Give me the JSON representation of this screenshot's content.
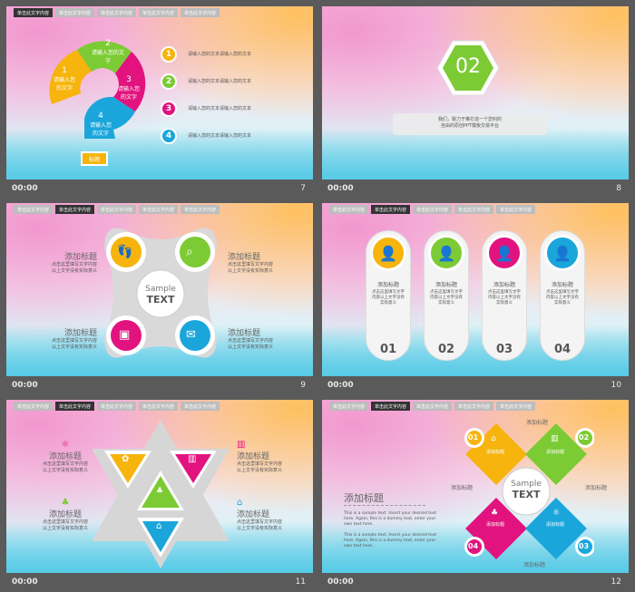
{
  "tabs": [
    "单击此文字内容",
    "单击此文字内容",
    "单击此文字内容",
    "单击此文字内容",
    "单击此文字内容"
  ],
  "footer_time": "00:00",
  "slides": {
    "s7": {
      "page": "7",
      "seg_labels": [
        "请输入您的文字",
        "请输入您的文字",
        "请输入您的文字",
        "请输入您的文字"
      ],
      "seg_nums": [
        "1",
        "2",
        "3",
        "4"
      ],
      "tag": "标题",
      "items": [
        {
          "num": "1",
          "text": "请输入您的文本请输入您的文本"
        },
        {
          "num": "2",
          "text": "请输入您的文本请输入您的文本"
        },
        {
          "num": "3",
          "text": "请输入您的文本请输入您的文本"
        },
        {
          "num": "4",
          "text": "请输入您的文本请输入您的文本"
        }
      ]
    },
    "s8": {
      "page": "8",
      "big": "02",
      "line1": "我们，致力于推打造一个您利的",
      "line2": "自由的原创PPT模板交易平台"
    },
    "s9": {
      "page": "9",
      "center1": "Sample",
      "center2": "TEXT",
      "blocks": [
        {
          "title": "添加标题",
          "line1": "点击这里填写文字内容",
          "line2": "以上文字没有实际意义"
        },
        {
          "title": "添加标题",
          "line1": "点击这里填写文字内容",
          "line2": "以上文字没有实际意义"
        },
        {
          "title": "添加标题",
          "line1": "点击这里填写文字内容",
          "line2": "以上文字没有实际意义"
        },
        {
          "title": "添加标题",
          "line1": "点击这里填写文字内容",
          "line2": "以上文字没有实际意义"
        }
      ]
    },
    "s10": {
      "page": "10",
      "cards": [
        {
          "title": "添加标题",
          "text": "点击这里填写文字内容以上文字没有实际意义",
          "num": "01"
        },
        {
          "title": "添加标题",
          "text": "点击这里填写文字内容以上文字没有实际意义",
          "num": "02"
        },
        {
          "title": "添加标题",
          "text": "点击这里填写文字内容以上文字没有实际意义",
          "num": "03"
        },
        {
          "title": "添加标题",
          "text": "点击这里填写文字内容以上文字没有实际意义",
          "num": "04"
        }
      ]
    },
    "s11": {
      "page": "11",
      "blocks": [
        {
          "title": "添加标题",
          "line1": "点击这里填写文字内容",
          "line2": "以上文字没有实际意义"
        },
        {
          "title": "添加标题",
          "line1": "点击这里填写文字内容",
          "line2": "以上文字没有实际意义"
        },
        {
          "title": "添加标题",
          "line1": "点击这里填写文字内容",
          "line2": "以上文字没有实际意义"
        },
        {
          "title": "添加标题",
          "line1": "点击这里填写文字内容",
          "line2": "以上文字没有实际意义"
        }
      ]
    },
    "s12": {
      "page": "12",
      "heading": "添加标题",
      "para1": "This is a sample text. Insert your desired text here. Again, this is a dummy text, enter your own text here.",
      "para2": "This is a sample text. Insert your desired text here. Again, this is a dummy text, enter your own text here.",
      "center1": "Sample",
      "center2": "TEXT",
      "labels": [
        "添加标题",
        "添加标题",
        "添加标题",
        "添加标题",
        "添加标题",
        "添加标题",
        "添加标题",
        "添加标题"
      ],
      "nums": [
        "01",
        "02",
        "03",
        "04"
      ]
    }
  },
  "colors": {
    "yellow": "#f6b40d",
    "green": "#7ccb34",
    "magenta": "#e2137f",
    "blue": "#1aa6db"
  }
}
